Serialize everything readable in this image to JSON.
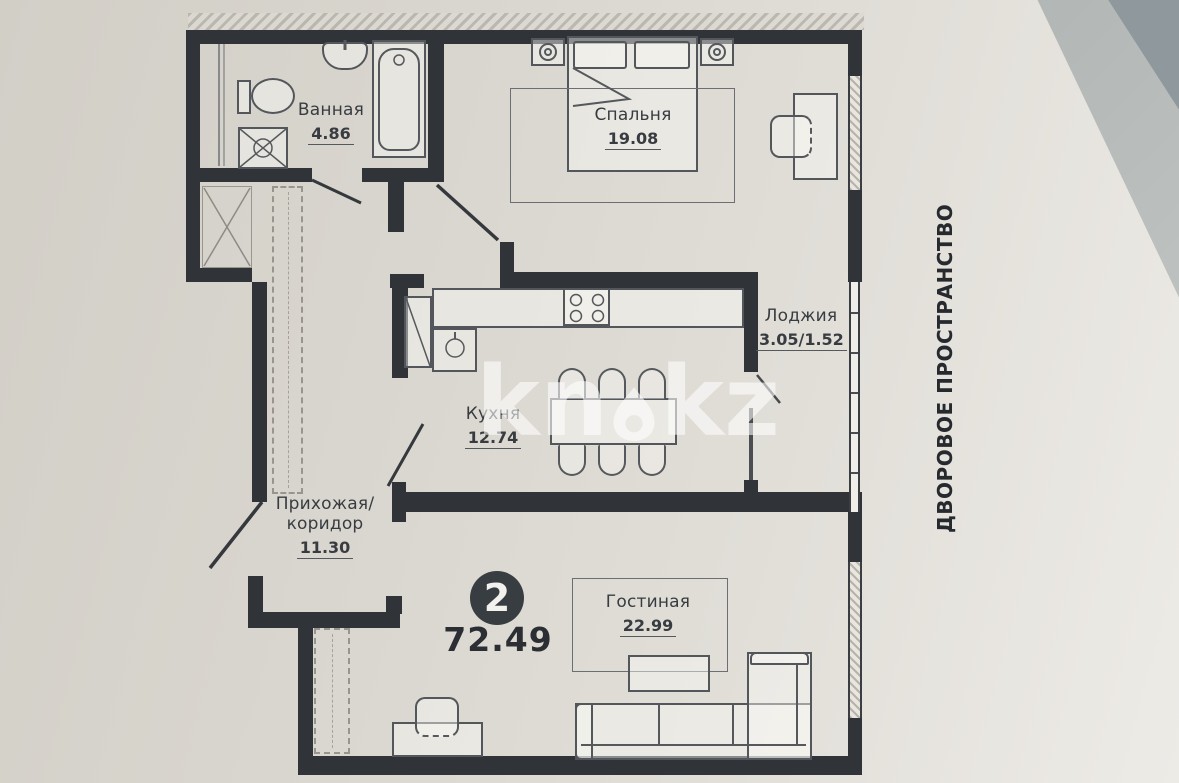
{
  "plan": {
    "rooms": {
      "bathroom": {
        "name": "Ванная",
        "area": "4.86"
      },
      "bedroom": {
        "name": "Спальня",
        "area": "19.08"
      },
      "loggia": {
        "name": "Лоджия",
        "area": "3.05/1.52"
      },
      "kitchen": {
        "name": "Кухня",
        "area": "12.74"
      },
      "hallway": {
        "line1": "Прихожая/",
        "line2": "коридор",
        "area": "11.30"
      },
      "living": {
        "name": "Гостиная",
        "area": "22.99"
      }
    },
    "badge": {
      "number": "2",
      "total_area": "72.49"
    },
    "side_label": "ДВОРОВОЕ ПРОСТРАНСТВО",
    "watermark": {
      "part1": "kn",
      "part2": "kz"
    },
    "colors": {
      "wall": "#303439",
      "badge_bg": "#383d42",
      "paper": "#dcd9d2"
    }
  }
}
